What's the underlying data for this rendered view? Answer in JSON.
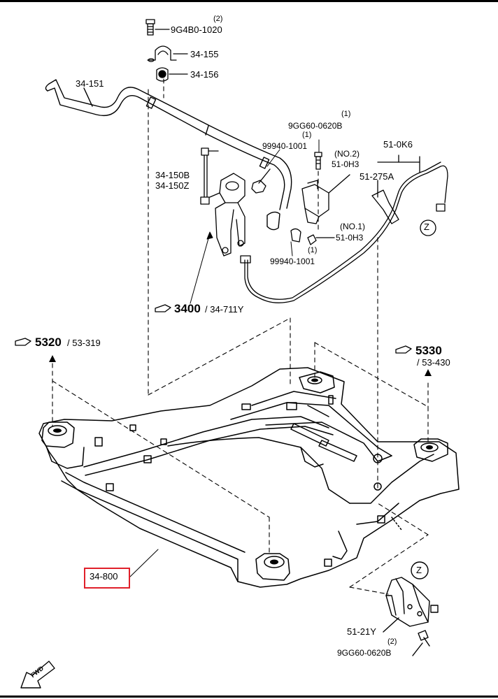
{
  "labels": {
    "bolt_top_qty": "(2)",
    "bolt_top": "9G4B0-1020",
    "bracket": "34-155",
    "bushing": "34-156",
    "stabilizer_bar": "34-151",
    "nut_qty": "(1)",
    "nut": "99940-1001",
    "link_a": "34-150B",
    "link_b": "34-150Z",
    "bolt_sensor_qty": "(1)",
    "bolt_sensor": "9GG60-0620B",
    "sensor_no2": "(NO.2)",
    "sensor_no2_part": "51-0H3",
    "sensor_no1": "(NO.1)",
    "sensor_no1_part": "51-0H3",
    "nut2_qty": "(1)",
    "nut2": "99940-1001",
    "harness": "51-0K6",
    "clip": "51-275A",
    "ref_z": "Z",
    "ref_3400": "3400",
    "ref_3400_sub": "/ 34-711Y",
    "ref_5320": "5320",
    "ref_5320_sub": "/ 53-319",
    "ref_5330": "5330",
    "ref_5330_sub": "/ 53-430",
    "crossmember": "34-800",
    "detail_z": "Z",
    "bracket_z": "51-21Y",
    "bolt_bottom_qty": "(2)",
    "bolt_bottom": "9GG60-0620B",
    "fwd": "FWD"
  },
  "colors": {
    "line": "#000000",
    "highlight": "#e0202a"
  },
  "icons": [
    "pointing-hand-icon",
    "fwd-arrow-icon"
  ]
}
